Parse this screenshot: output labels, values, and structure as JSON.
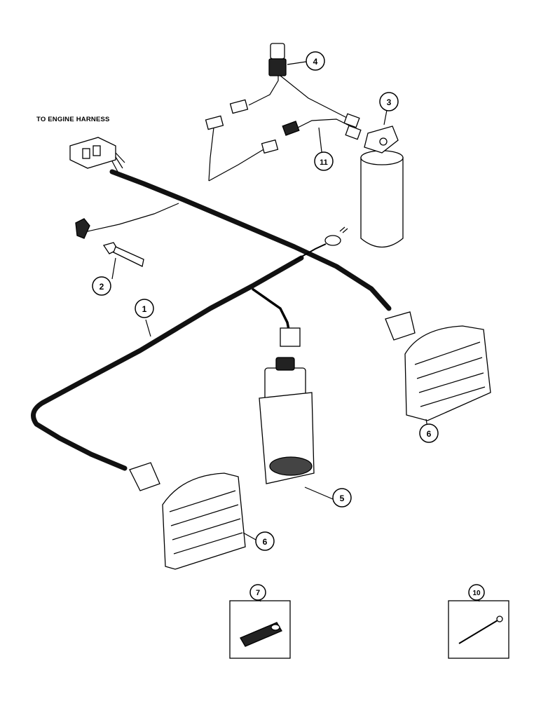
{
  "diagram": {
    "harness_label": "TO ENGINE HARNESS",
    "callouts": [
      {
        "id": "c1",
        "text": "1"
      },
      {
        "id": "c2",
        "text": "2"
      },
      {
        "id": "c3",
        "text": "3"
      },
      {
        "id": "c4",
        "text": "4"
      },
      {
        "id": "c5",
        "text": "5"
      },
      {
        "id": "c6a",
        "text": "6"
      },
      {
        "id": "c6b",
        "text": "6"
      },
      {
        "id": "c7",
        "text": "7"
      },
      {
        "id": "c10",
        "text": "10"
      },
      {
        "id": "c11",
        "text": "11"
      }
    ]
  }
}
